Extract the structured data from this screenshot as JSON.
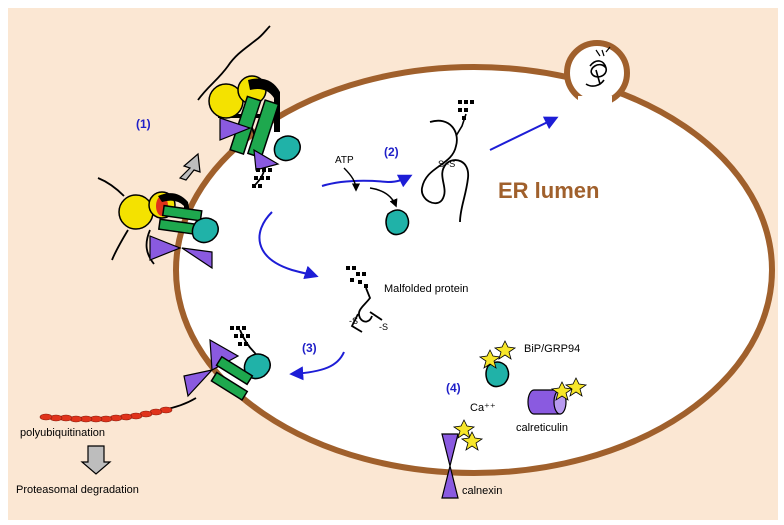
{
  "labels": {
    "step1": "(1)",
    "step2": "(2)",
    "step3": "(3)",
    "step4": "(4)",
    "atp": "ATP",
    "disulfide": "S−S",
    "er_lumen": "ER lumen",
    "malfolded": "Malfolded protein",
    "sulfur_a": "-S",
    "sulfur_b": "-S",
    "bip": "BiP/GRP94",
    "calcium": "Ca⁺⁺",
    "calreticulin": "calreticulin",
    "calnexin": "calnexin",
    "polyubiquitination": "polyubiquitination",
    "proteasomal": "Proteasomal degradation"
  },
  "colors": {
    "background": "#fbe7d3",
    "membrane": "#a0602c",
    "lumen": "#ffffff",
    "arrow_blue": "#1d1dd6",
    "step_label": "#1f1fc8",
    "er_label": "#a0602c",
    "yellow": "#f4e200",
    "green": "#1ea84e",
    "teal": "#20b2a8",
    "purple": "#8a5ae0",
    "red": "#e0331b",
    "star": "#f7e62a"
  }
}
